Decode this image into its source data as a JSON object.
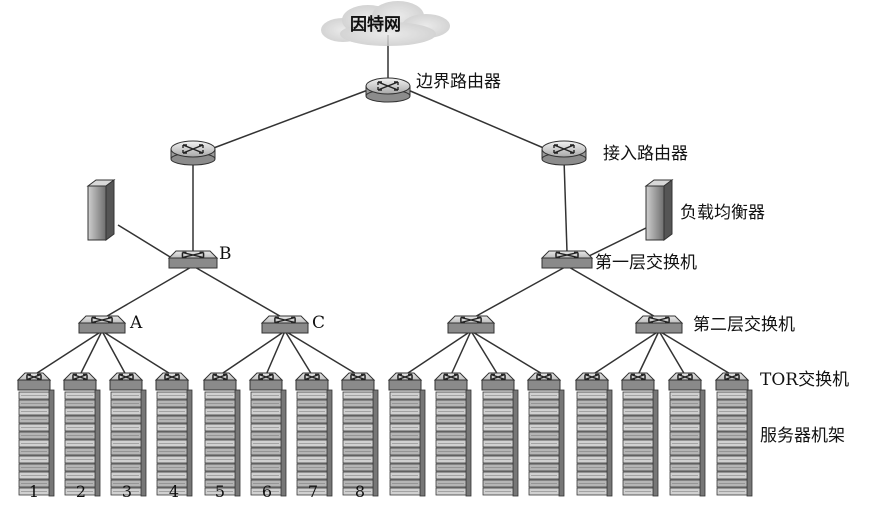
{
  "labels": {
    "internet": "因特网",
    "border_router": "边界路由器",
    "access_router": "接入路由器",
    "load_balancer": "负载均衡器",
    "tier1_switch": "第一层交换机",
    "tier2_switch": "第二层交换机",
    "tor_switch": "TOR交换机",
    "server_rack": "服务器机架"
  },
  "node_tags": {
    "a": "A",
    "b": "B",
    "c": "C"
  },
  "rack_numbers": [
    "1",
    "2",
    "3",
    "4",
    "5",
    "6",
    "7",
    "8"
  ]
}
